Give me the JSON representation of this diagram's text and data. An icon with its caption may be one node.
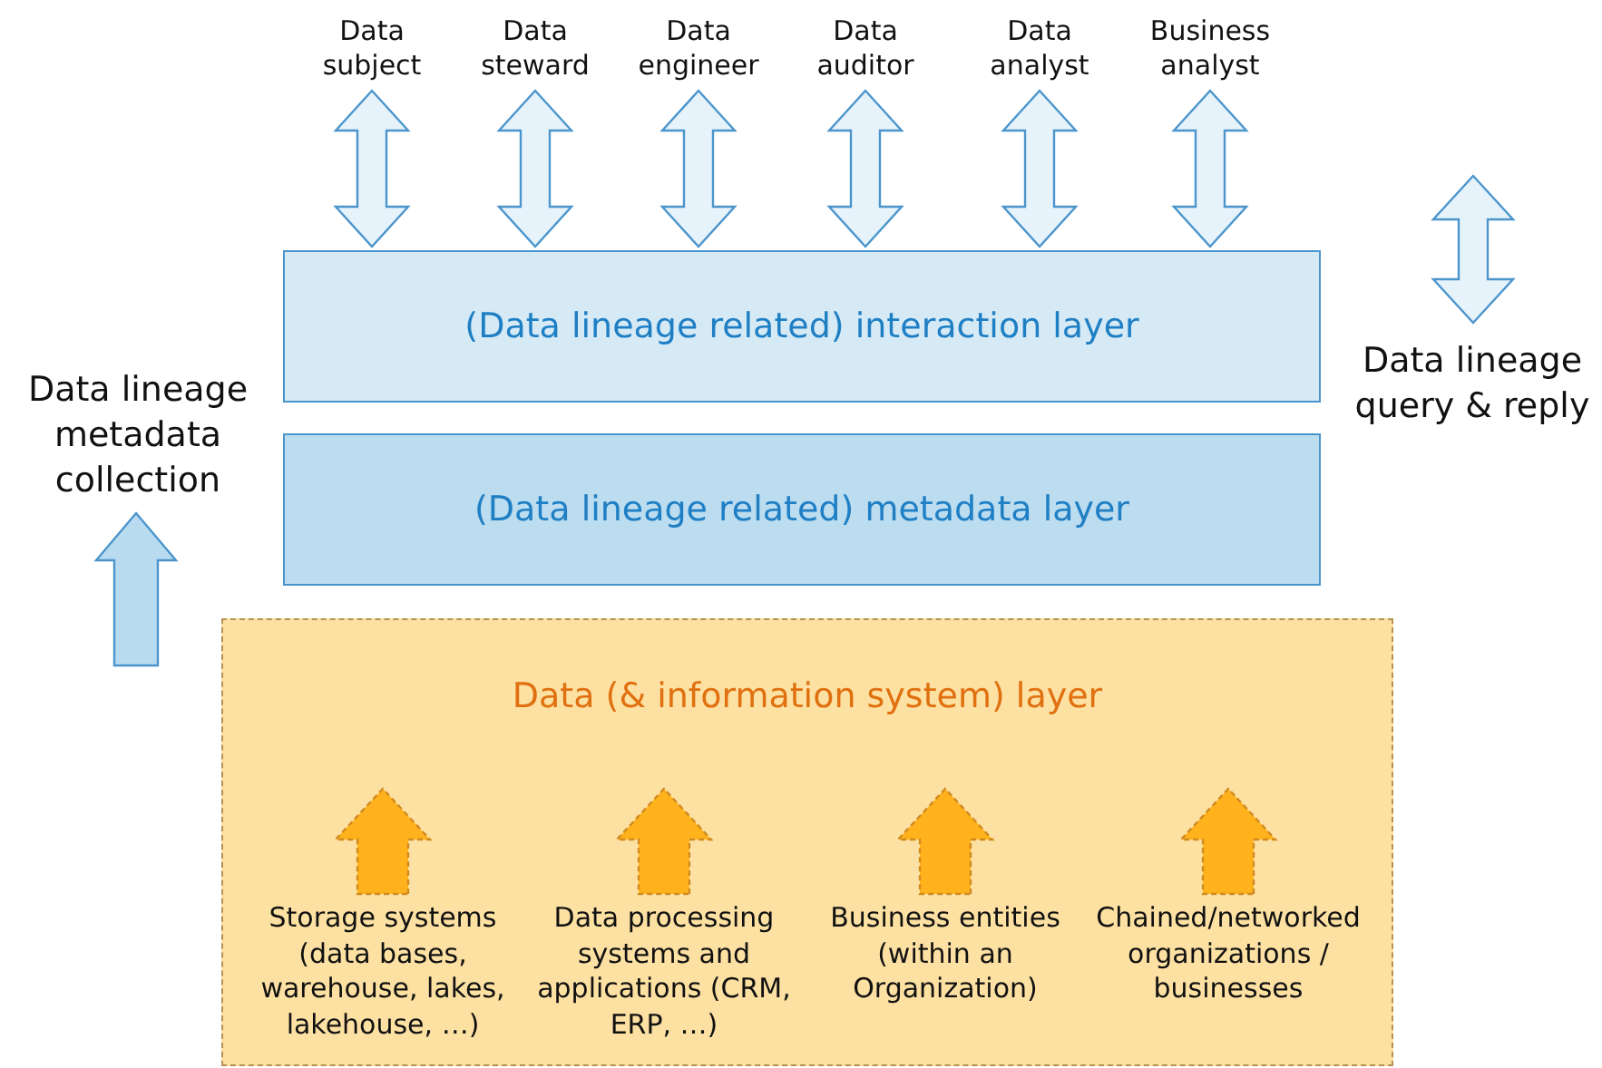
{
  "diagram": {
    "nodes": [
      {
        "text": [
          "Data subject"
        ]
      },
      {
        "text": [
          "Data steward"
        ]
      },
      {
        "text": [
          "Data engineer"
        ]
      },
      {
        "text": [
          "Data auditor"
        ]
      },
      {
        "text": [
          "Data analyst"
        ]
      },
      {
        "text": [
          "Business analyst"
        ]
      },
      {
        "text": [
          "(Data lineage related) interaction layer"
        ]
      },
      {
        "text": [
          "(Data lineage related) metadata layer"
        ]
      },
      {
        "text": [
          "Data (& information system) layer"
        ]
      },
      {
        "text": [
          "Storage systems (data bases, warehouse, lakes, lakehouse, …)"
        ],
        "in": 8
      },
      {
        "text": [
          "Data processing systems and applications (CRM, ERP, …)"
        ],
        "in": 8
      },
      {
        "text": [
          "Business entities (within an Organization)"
        ],
        "in": 8
      },
      {
        "text": [
          "Chained/networked organizations / businesses"
        ],
        "in": 8
      }
    ],
    "edges": [
      {
        "from": 0,
        "to": 6,
        "arrow": "both"
      },
      {
        "from": 1,
        "to": 6,
        "arrow": "both"
      },
      {
        "from": 2,
        "to": 6,
        "arrow": "both"
      },
      {
        "from": 3,
        "to": 6,
        "arrow": "both"
      },
      {
        "from": 4,
        "to": 6,
        "arrow": "both"
      },
      {
        "from": 5,
        "to": 6,
        "arrow": "both"
      },
      {
        "from": 9,
        "to": null,
        "arrow": "to",
        "style": "dashed",
        "color": "#ffb21c"
      },
      {
        "from": 10,
        "to": null,
        "arrow": "to",
        "style": "dashed",
        "color": "#ffb21c"
      },
      {
        "from": 11,
        "to": null,
        "arrow": "to",
        "style": "dashed",
        "color": "#ffb21c"
      },
      {
        "from": 12,
        "to": null,
        "arrow": "to",
        "style": "dashed",
        "color": "#ffb21c"
      }
    ],
    "labels": [
      "Data lineage metadata collection",
      "Data lineage query & reply"
    ]
  }
}
